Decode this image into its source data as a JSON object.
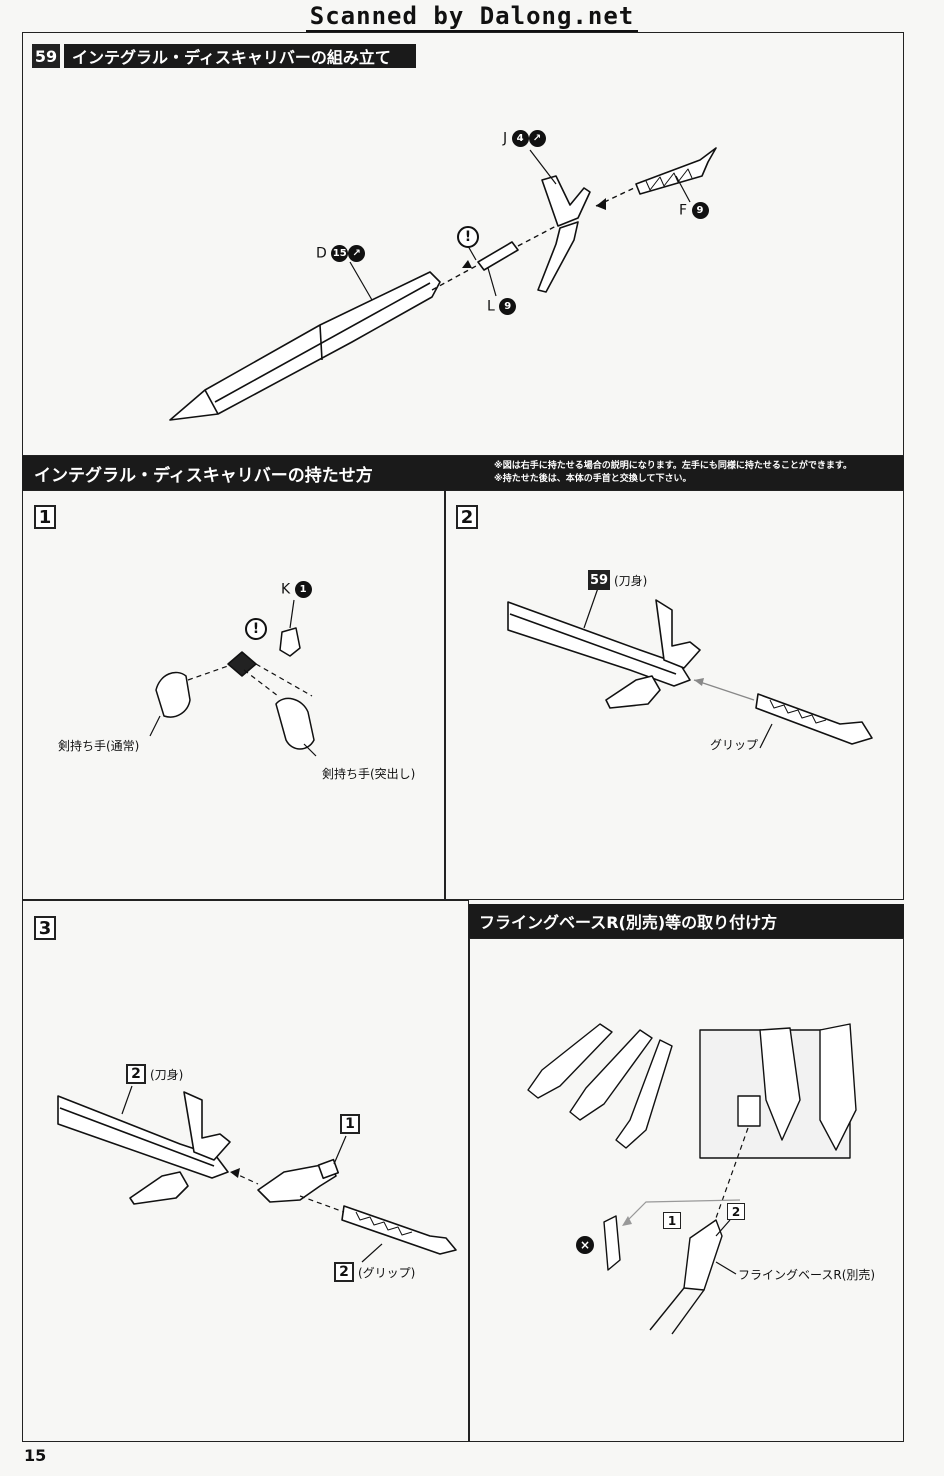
{
  "scan_header": "Scanned by Dalong.net",
  "section59": {
    "step_number": "59",
    "title": "インテグラル・ディスキャリバーの組み立て",
    "parts": {
      "J": {
        "letter": "J",
        "badges": [
          "4",
          "↗"
        ]
      },
      "F": {
        "letter": "F",
        "badges": [
          "9"
        ]
      },
      "D": {
        "letter": "D",
        "badges": [
          "15",
          "↗"
        ]
      },
      "L": {
        "letter": "L",
        "badges": [
          "9"
        ]
      }
    },
    "warning": "!"
  },
  "hold_section": {
    "title": "インテグラル・ディスキャリバーの持たせ方",
    "notes": [
      "※図は右手に持たせる場合の説明になります。左手にも同様に持たせることができます。",
      "※持たせた後は、本体の手首と交換して下さい。"
    ]
  },
  "panel1": {
    "step": "1",
    "part_letter": "K",
    "part_badge": "1",
    "warning": "!",
    "hand_normal": "剣持ち手(通常)",
    "hand_thrust": "剣持ち手(突出し)"
  },
  "panel2": {
    "step": "2",
    "ref_num": "59",
    "blade_label": "(刀身)",
    "grip_label": "グリップ"
  },
  "panel3": {
    "step": "3",
    "blade_ref": "2",
    "blade_label": "(刀身)",
    "hand_ref": "1",
    "grip_ref": "2",
    "grip_label": "(グリップ)"
  },
  "flying_section": {
    "title": "フライングベースR(別売)等の取り付け方",
    "step1": "1",
    "step2": "2",
    "base_label": "フライングベースR(別売)",
    "x_mark": "×"
  },
  "page_number": "15"
}
